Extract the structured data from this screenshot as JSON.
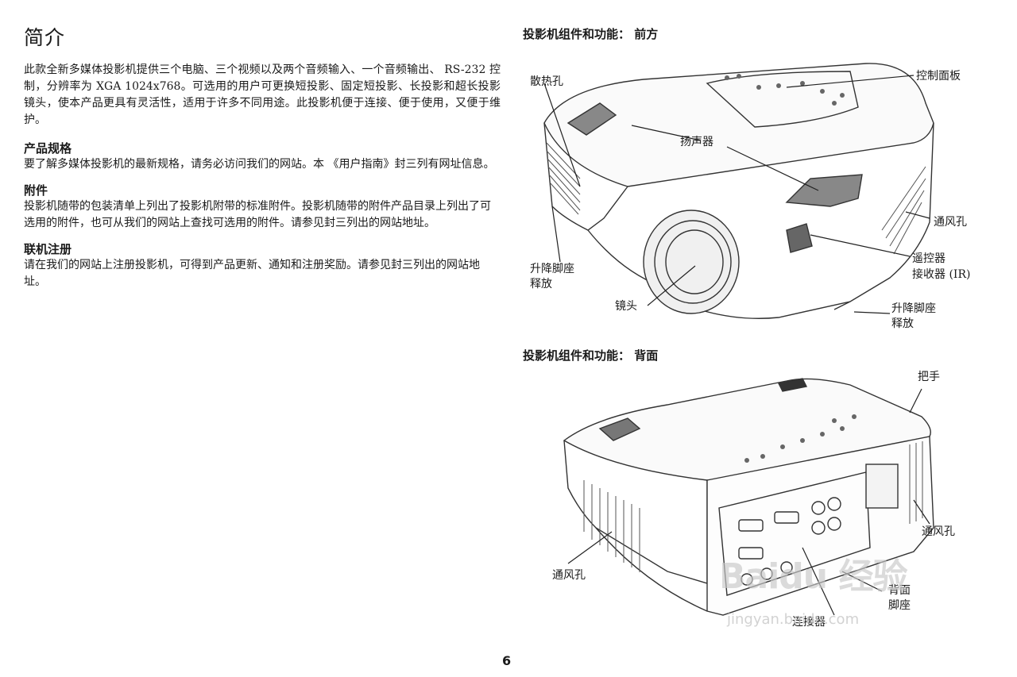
{
  "intro": {
    "title": "简介",
    "body": "此款全新多媒体投影机提供三个电脑、三个视频以及两个音频输入、一个音频输出、 RS-232 控制，分辨率为 XGA 1024x768。可选用的用户可更换短投影、固定短投影、长投影和超长投影镜头，使本产品更具有灵活性，适用于许多不同用途。此投影机便于连接、便于使用，又便于维护。"
  },
  "sections": [
    {
      "heading": "产品规格",
      "body": "要了解多媒体投影机的最新规格，请务必访问我们的网站。本 《用户指南》封三列有网址信息。"
    },
    {
      "heading": "附件",
      "body": "投影机随带的包装清单上列出了投影机附带的标准附件。投影机随带的附件产品目录上列出了可选用的附件，也可从我们的网站上查找可选用的附件。请参见封三列出的网站地址。"
    },
    {
      "heading": "联机注册",
      "body": "请在我们的网站上注册投影机，可得到产品更新、通知和注册奖励。请参见封三列出的网站地址。"
    }
  ],
  "front_diagram": {
    "title": "投影机组件和功能： 前方",
    "labels": {
      "vent_holes": "散热孔",
      "control_panel": "控制面板",
      "speaker": "扬声器",
      "vent": "通风孔",
      "ir_receiver_1": "遥控器",
      "ir_receiver_2": "接收器 (IR)",
      "foot_release_left_1": "升降脚座",
      "foot_release_left_2": "释放",
      "lens": "镜头",
      "foot_release_right_1": "升降脚座",
      "foot_release_right_2": "释放"
    }
  },
  "back_diagram": {
    "title": "投影机组件和功能： 背面",
    "labels": {
      "handle": "把手",
      "vent_right": "通风孔",
      "vent_left": "通风孔",
      "rear_foot_1": "背面",
      "rear_foot_2": "脚座",
      "connectors": "连接器"
    }
  },
  "page_number": "6",
  "watermark": {
    "logo": "Baidu 经验",
    "url": "jingyan.baidu.com"
  }
}
